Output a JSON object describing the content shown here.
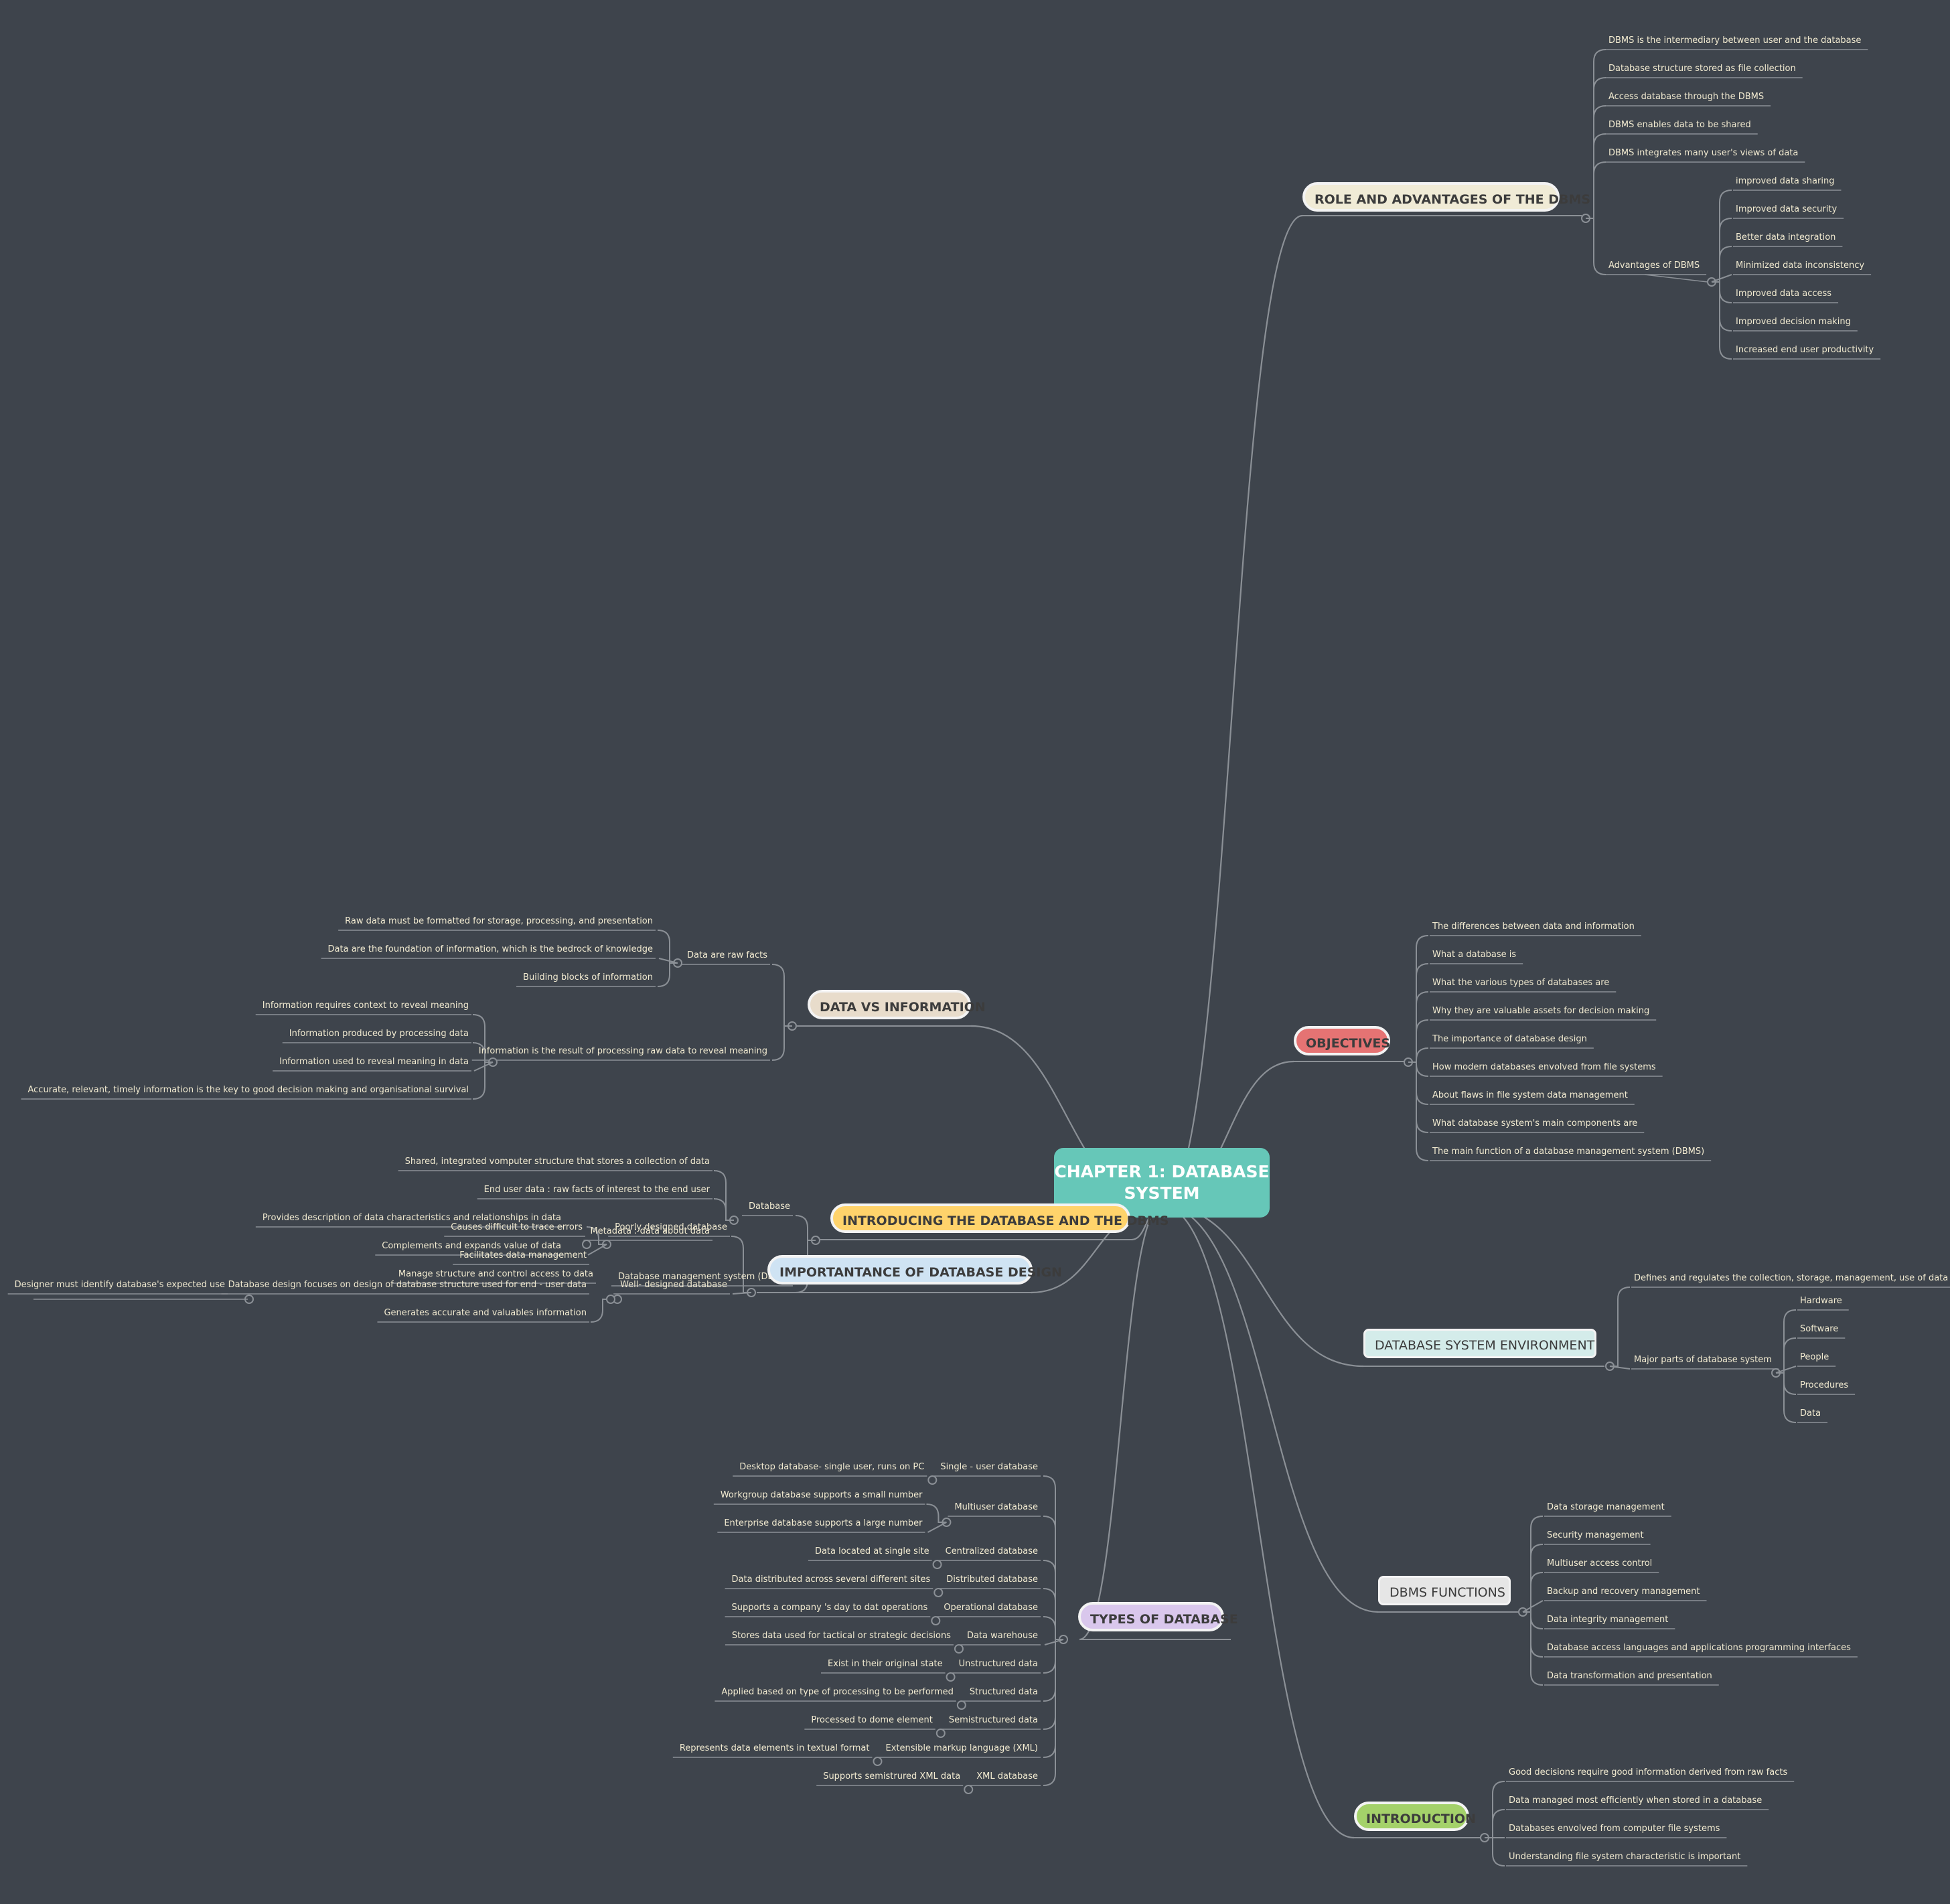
{
  "root": {
    "label": "CHAPTER 1: DATABASE SYSTEM",
    "color": "#66c7b8"
  },
  "colors": {
    "background": "#3e444c",
    "line": "#8b9096",
    "leaf_text": "#f1ead0"
  },
  "branches": [
    {
      "id": "role",
      "label": "ROLE AND ADVANTAGES OF THE DBMS",
      "color": "#f0ebd6"
    },
    {
      "id": "objectives",
      "label": "OBJECTIVES",
      "color": "#e57373"
    },
    {
      "id": "data_info",
      "label": "DATA VS INFORMATION",
      "color": "#e8dccb"
    },
    {
      "id": "intro_db",
      "label": "INTRODUCING THE DATABASE AND THE DBMS",
      "color": "#ffd36b"
    },
    {
      "id": "importance",
      "label": "IMPORTANTANCE OF DATABASE DESIGN",
      "color": "#cfe3f3"
    },
    {
      "id": "environment",
      "label": "DATABASE SYSTEM ENVIRONMENT",
      "color": "#d4ecea"
    },
    {
      "id": "functions",
      "label": "DBMS FUNCTIONS",
      "color": "#e6e6e6"
    },
    {
      "id": "types",
      "label": "TYPES OF DATABASE",
      "color": "#d9c7ec"
    },
    {
      "id": "introduction",
      "label": "INTRODUCTION",
      "color": "#a4d16a"
    }
  ],
  "nodes": {
    "role_0": "DBMS is the intermediary between user and the database",
    "role_1": "Database structure stored as file collection",
    "role_2": "Access database through the DBMS",
    "role_3": "DBMS enables data to be shared",
    "role_4": "DBMS integrates many user's views of data",
    "role_5": "Advantages of DBMS",
    "adv_0": "improved data sharing",
    "adv_1": "Improved data security",
    "adv_2": "Better data integration",
    "adv_3": "Minimized data inconsistency",
    "adv_4": "Improved data access",
    "adv_5": "Improved decision making",
    "adv_6": "Increased end user productivity",
    "obj_0": "The differences between data and information",
    "obj_1": "What a database is",
    "obj_2": "What the various types of databases are",
    "obj_3": "Why they are valuable assets for decision making",
    "obj_4": "The importance of database design",
    "obj_5": "How modern databases envolved from file systems",
    "obj_6": "About flaws in file system data management",
    "obj_7": "What database system's main components are",
    "obj_8": "The main function of a database management system (DBMS)",
    "env_0": "Defines and regulates the collection, storage, management, use of data",
    "env_1": "Major parts of database system",
    "env_p0": "Hardware",
    "env_p1": "Software",
    "env_p2": "People",
    "env_p3": "Procedures",
    "env_p4": "Data",
    "fn_0": "Data storage management",
    "fn_1": "Security management",
    "fn_2": "Multiuser access control",
    "fn_3": "Backup and recovery management",
    "fn_4": "Data integrity management",
    "fn_5": "Database access languages and applications programming interfaces",
    "fn_6": "Data transformation and presentation",
    "in_0": "Good decisions require good information derived from raw facts",
    "in_1": "Data managed most efficiently when stored in a database",
    "in_2": "Databases envolved from computer file systems",
    "in_3": "Understanding file system characteristic is important",
    "dv_raw": "Data are raw facts",
    "dv_raw_0": "Raw data must be formatted for storage, processing, and presentation",
    "dv_raw_1": "Data are the foundation of information, which is the bedrock of knowledge",
    "dv_raw_2": "Building blocks of information",
    "dv_info": "Information is the result of processing raw data to reveal meaning",
    "dv_info_0": "Information requires context to reveal meaning",
    "dv_info_1": "Information produced by processing data",
    "dv_info_2": "Information used to reveal meaning in data",
    "dv_info_3": "Accurate, relevant, timely information is the key to good decision making and organisational survival",
    "idb_db": "Database",
    "idb_db_0": "Shared, integrated vomputer structure that stores a collection of data",
    "idb_db_1": "End user data : raw facts of interest to the end user",
    "idb_meta": "Metadata : data about data",
    "idb_meta_0": "Provides description of data characteristics and relationships in data",
    "idb_meta_1": "Complements and expands value of data",
    "idb_dbms": "Database management system (DBMS)",
    "idb_dbms_0": "Manage structure and control access to data",
    "imp_poor": "Poorly designed database",
    "imp_poor_0": "Causes difficult to trace errors",
    "imp_well": "Well- designed database",
    "imp_well_0": "Facilitates data management",
    "imp_well_1": "Generates accurate and valuables information",
    "imp_focus": "Database design focuses on design of database structure used for end - user data",
    "imp_focus_0": "Designer must identify database's expected use",
    "ty_single": "Single - user database",
    "ty_single_0": "Desktop database- single user, runs on PC",
    "ty_multi": "Multiuser database",
    "ty_multi_0": "Workgroup database supports a small number",
    "ty_multi_1": "Enterprise database supports a large number",
    "ty_central": "Centralized database",
    "ty_central_0": "Data located at single site",
    "ty_dist": "Distributed database",
    "ty_dist_0": "Data distributed across several different sites",
    "ty_oper": "Operational database",
    "ty_oper_0": "Supports a company 's day to dat operations",
    "ty_wh": "Data warehouse",
    "ty_wh_0": "Stores data used for tactical or strategic decisions",
    "ty_unst": "Unstructured data",
    "ty_unst_0": "Exist in their original state",
    "ty_st": "Structured data",
    "ty_st_0": "Applied based on type of processing to be performed",
    "ty_semi": "Semistructured data",
    "ty_semi_0": "Processed to dome element",
    "ty_xml": "Extensible markup language (XML)",
    "ty_xml_0": "Represents data elements in textual format",
    "ty_xmldb": "XML database",
    "ty_xmldb_0": "Supports semistrured XML data"
  }
}
